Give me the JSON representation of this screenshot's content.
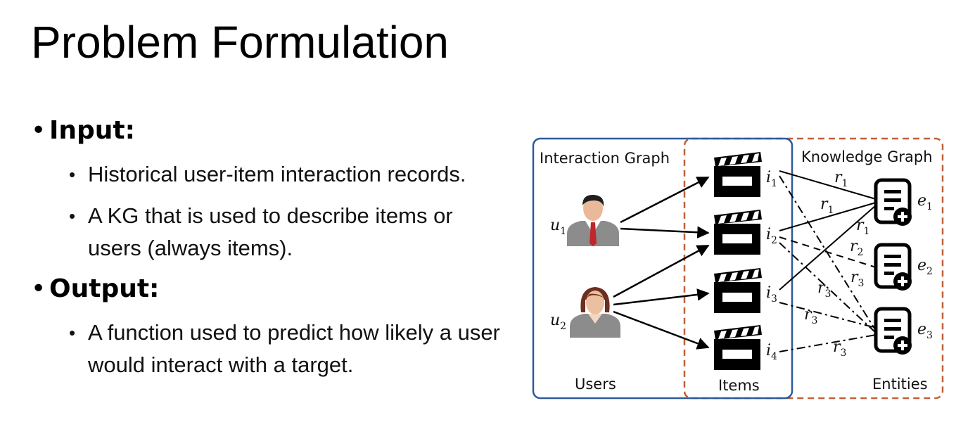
{
  "slide": {
    "title": "Problem Formulation",
    "sections": [
      {
        "heading": "Input:",
        "items": [
          "Historical user-item interaction records.",
          "A KG that is used to describe items or users (always items)."
        ]
      },
      {
        "heading": "Output:",
        "items": [
          "A function used to predict how likely a user would interact with a target."
        ]
      }
    ]
  },
  "diagram": {
    "interaction_graph_label": "Interaction Graph",
    "knowledge_graph_label": "Knowledge Graph",
    "users_label": "Users",
    "items_label": "Items",
    "entities_label": "Entities",
    "colors": {
      "interaction_border": "#2e5a9a",
      "knowledge_border": "#c0613a"
    },
    "users": [
      {
        "var": "u",
        "sub": "1",
        "icon": "male-user-icon"
      },
      {
        "var": "u",
        "sub": "2",
        "icon": "female-user-icon"
      }
    ],
    "items": [
      {
        "var": "i",
        "sub": "1",
        "icon": "clapperboard-icon"
      },
      {
        "var": "i",
        "sub": "2",
        "icon": "clapperboard-icon"
      },
      {
        "var": "i",
        "sub": "3",
        "icon": "clapperboard-icon"
      },
      {
        "var": "i",
        "sub": "4",
        "icon": "clapperboard-icon"
      }
    ],
    "entities": [
      {
        "var": "e",
        "sub": "1",
        "icon": "document-add-icon"
      },
      {
        "var": "e",
        "sub": "2",
        "icon": "document-add-icon"
      },
      {
        "var": "e",
        "sub": "3",
        "icon": "document-add-icon"
      }
    ],
    "interactions": [
      [
        "u1",
        "i1"
      ],
      [
        "u1",
        "i2"
      ],
      [
        "u2",
        "i2"
      ],
      [
        "u2",
        "i3"
      ],
      [
        "u2",
        "i4"
      ]
    ],
    "relations": [
      {
        "from": "i1",
        "to": "e1",
        "rel": "r1",
        "style": "solid"
      },
      {
        "from": "i2",
        "to": "e1",
        "rel": "r1",
        "style": "solid"
      },
      {
        "from": "i3",
        "to": "e1",
        "rel": "r1",
        "style": "solid"
      },
      {
        "from": "i2",
        "to": "e2",
        "rel": "r2",
        "style": "dashed"
      },
      {
        "from": "i1",
        "to": "e3",
        "rel": "r3",
        "style": "dashdot"
      },
      {
        "from": "i2",
        "to": "e3",
        "rel": "r3",
        "style": "dashdot"
      },
      {
        "from": "i3",
        "to": "e3",
        "rel": "r3",
        "style": "dashdot"
      },
      {
        "from": "i4",
        "to": "e3",
        "rel": "r3",
        "style": "dashdot"
      }
    ],
    "relation_labels": [
      {
        "var": "r",
        "sub": "1"
      },
      {
        "var": "r",
        "sub": "1"
      },
      {
        "var": "r",
        "sub": "1"
      },
      {
        "var": "r",
        "sub": "2"
      },
      {
        "var": "r",
        "sub": "3"
      },
      {
        "var": "r",
        "sub": "3"
      },
      {
        "var": "r",
        "sub": "3"
      },
      {
        "var": "r",
        "sub": "3"
      }
    ]
  }
}
